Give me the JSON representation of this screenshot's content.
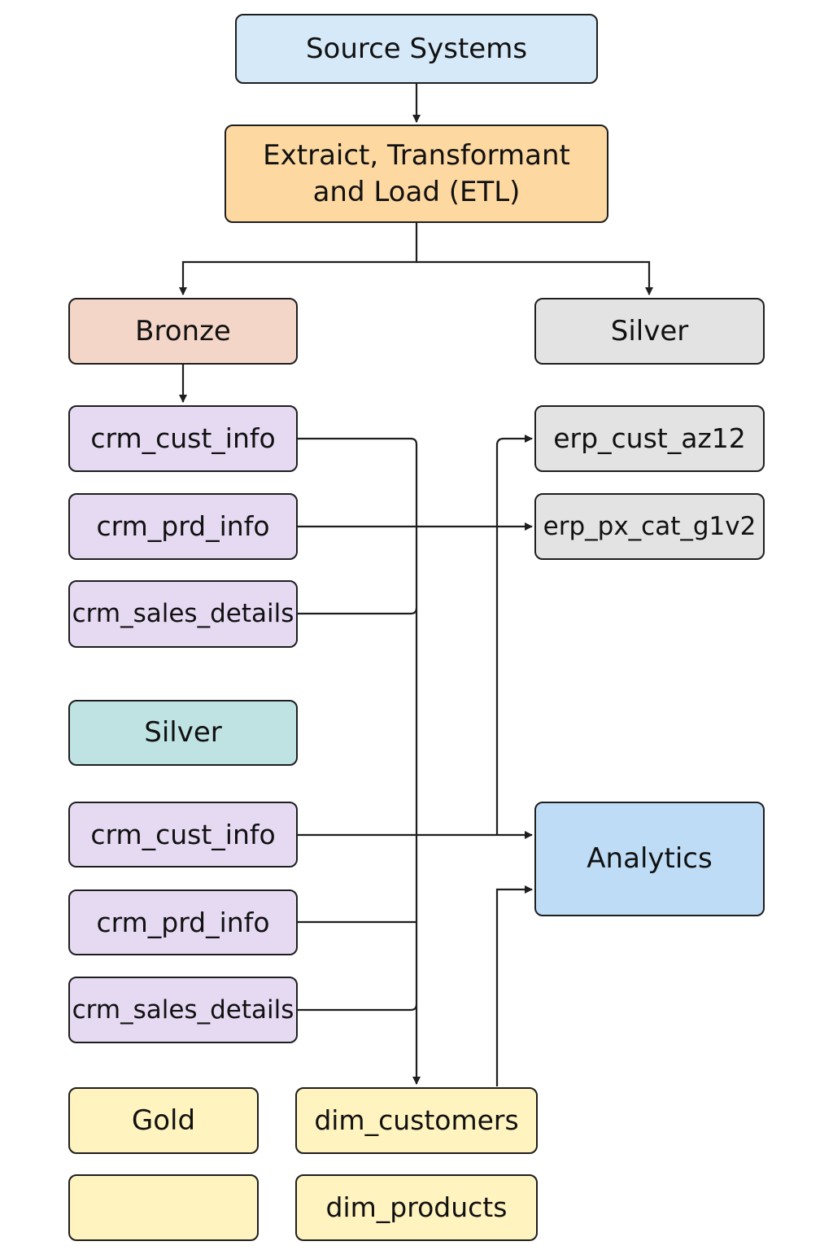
{
  "colors": {
    "source": "#d6e9f8",
    "etl": "#fdd8a0",
    "bronze": "#f4d6c9",
    "silver_gray": "#e3e3e3",
    "silver_teal": "#bfe3e3",
    "table_purple": "#e6daf3",
    "analytics": "#bedcf6",
    "gold": "#fff3bf",
    "line": "#1e1e1e"
  },
  "nodes": {
    "source_systems": "Source Systems",
    "etl_line1": "Extraict, Transformant",
    "etl_line2": "and Load (ETL)",
    "bronze": "Bronze",
    "silver_right": "Silver",
    "bronze_crm_cust_info": "crm_cust_info",
    "bronze_crm_prd_info": "crm_prd_info",
    "bronze_crm_sales_details": "crm_sales_details",
    "erp_cust_az12": "erp_cust_az12",
    "erp_px_cat_g1v2": "erp_px_cat_g1v2",
    "silver_left": "Silver",
    "silver_crm_cust_info": "crm_cust_info",
    "silver_crm_prd_info": "crm_prd_info",
    "silver_crm_sales_details": "crm_sales_details",
    "analytics": "Analytics",
    "gold": "Gold",
    "gold_blank": "",
    "dim_customers": "dim_customers",
    "dim_products": "dim_products"
  }
}
